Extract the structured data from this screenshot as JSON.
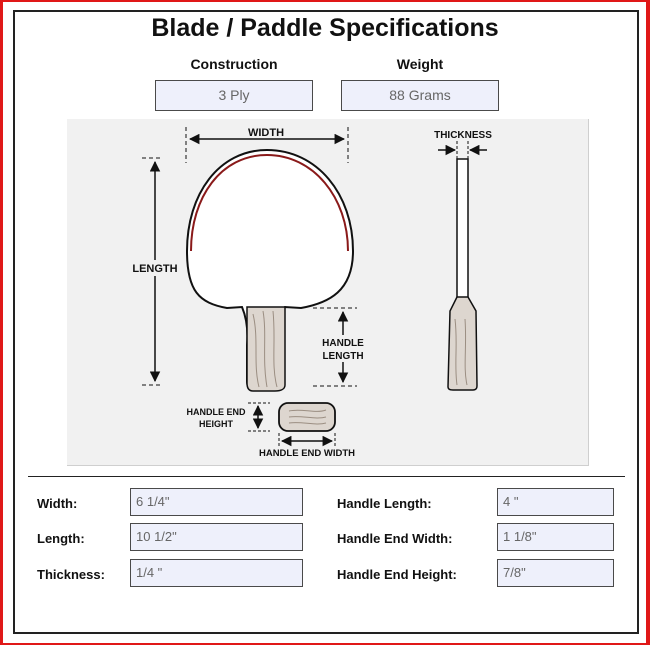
{
  "title": "Blade / Paddle Specifications",
  "construction": {
    "label": "Construction",
    "value": "3 Ply"
  },
  "weight": {
    "label": "Weight",
    "value": "88 Grams"
  },
  "diagram": {
    "width": "WIDTH",
    "length": "LENGTH",
    "thickness": "THICKNESS",
    "handle_length_1": "HANDLE",
    "handle_length_2": "LENGTH",
    "handle_end_height_1": "HANDLE END",
    "handle_end_height_2": "HEIGHT",
    "handle_end_width": "HANDLE END WIDTH"
  },
  "fields": {
    "width": {
      "label": "Width:",
      "value": "6 1/4\""
    },
    "length": {
      "label": "Length:",
      "value": "10 1/2\""
    },
    "thickness": {
      "label": "Thickness:",
      "value": "1/4 \""
    },
    "handle_length": {
      "label": "Handle Length:",
      "value": "4 \""
    },
    "handle_end_width": {
      "label": "Handle End Width:",
      "value": "1 1/8\""
    },
    "handle_end_height": {
      "label": "Handle End Height:",
      "value": "7/8\""
    }
  },
  "colors": {
    "frame": "#e01818",
    "field_bg": "#eef0fb",
    "diagram_bg": "#f1f1f1"
  }
}
